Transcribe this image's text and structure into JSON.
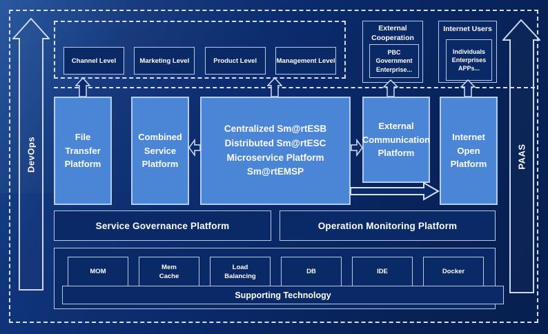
{
  "colors": {
    "background": "#0a2a6b",
    "panel_blue": "#4a85d6",
    "box_navy": "#092a67",
    "line_light": "#d6e0f2",
    "text": "#ffffff"
  },
  "side_rails": {
    "devops_label": "DevOps",
    "paas_label": "PAAS"
  },
  "top_band": {
    "levels": [
      "Channel Level",
      "Marketing Level",
      "Product Level",
      "Management Level"
    ]
  },
  "external_cooperation": {
    "title": "External\nCooperation",
    "inner": "PBC Government\nEnterprise..."
  },
  "internet_users": {
    "title": "Internet Users",
    "inner": "Individuals\nEnterprises\nAPPs..."
  },
  "platforms": {
    "file_transfer": "File\nTransfer\nPlatform",
    "combined_service": "Combined\nService\nPlatform",
    "central_lines": [
      "Centralized Sm@rtESB",
      "Distributed Sm@rtESC",
      "Microservice Platform Sm@rtEMSP"
    ],
    "external_communication": "External\nCommunication\nPlatform",
    "internet_open": "Internet\nOpen\nPlatform"
  },
  "governance": {
    "service": "Service Governance Platform",
    "operation": "Operation Monitoring Platform"
  },
  "supporting": {
    "items": [
      "MOM",
      "Mem\nCache",
      "Load\nBalancing",
      "DB",
      "IDE",
      "Docker"
    ],
    "bar": "Supporting Technology"
  }
}
